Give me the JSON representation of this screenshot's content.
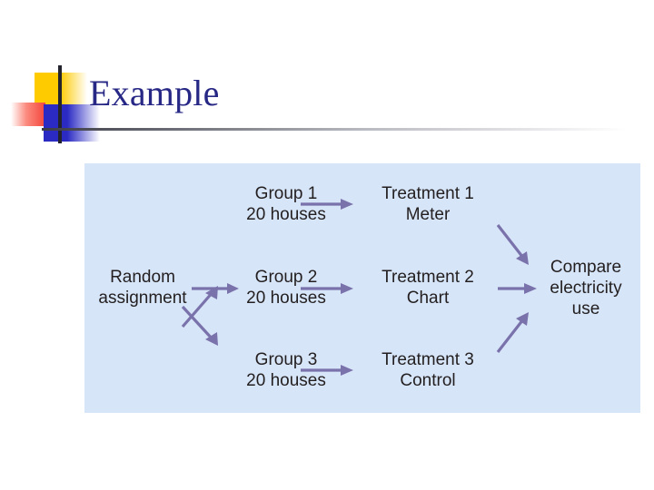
{
  "slide": {
    "title": "Example",
    "background": "#ffffff",
    "title_color": "#272785",
    "decoration": {
      "yellow": "#fecb00",
      "red": "#f4463c",
      "blue": "#2b2bc4",
      "line": "#23232e"
    }
  },
  "diagram": {
    "panel_color": "#d7e5f8",
    "arrow_color": "#7a72ab",
    "text_color": "#231f20",
    "nodes": [
      {
        "id": "random-assignment",
        "lines": [
          "Random",
          "assignment"
        ]
      },
      {
        "id": "group-1",
        "lines": [
          "Group 1",
          "20 houses"
        ]
      },
      {
        "id": "group-2",
        "lines": [
          "Group 2",
          "20 houses"
        ]
      },
      {
        "id": "group-3",
        "lines": [
          "Group 3",
          "20 houses"
        ]
      },
      {
        "id": "treatment-1",
        "lines": [
          "Treatment 1",
          "Meter"
        ]
      },
      {
        "id": "treatment-2",
        "lines": [
          "Treatment 2",
          "Chart"
        ]
      },
      {
        "id": "treatment-3",
        "lines": [
          "Treatment 3",
          "Control"
        ]
      },
      {
        "id": "compare",
        "lines": [
          "Compare",
          "electricity",
          "use"
        ]
      }
    ],
    "edges": [
      {
        "from": "random-assignment",
        "to": "group-1"
      },
      {
        "from": "random-assignment",
        "to": "group-2"
      },
      {
        "from": "random-assignment",
        "to": "group-3"
      },
      {
        "from": "group-1",
        "to": "treatment-1"
      },
      {
        "from": "group-2",
        "to": "treatment-2"
      },
      {
        "from": "group-3",
        "to": "treatment-3"
      },
      {
        "from": "treatment-1",
        "to": "compare"
      },
      {
        "from": "treatment-2",
        "to": "compare"
      },
      {
        "from": "treatment-3",
        "to": "compare"
      }
    ]
  }
}
